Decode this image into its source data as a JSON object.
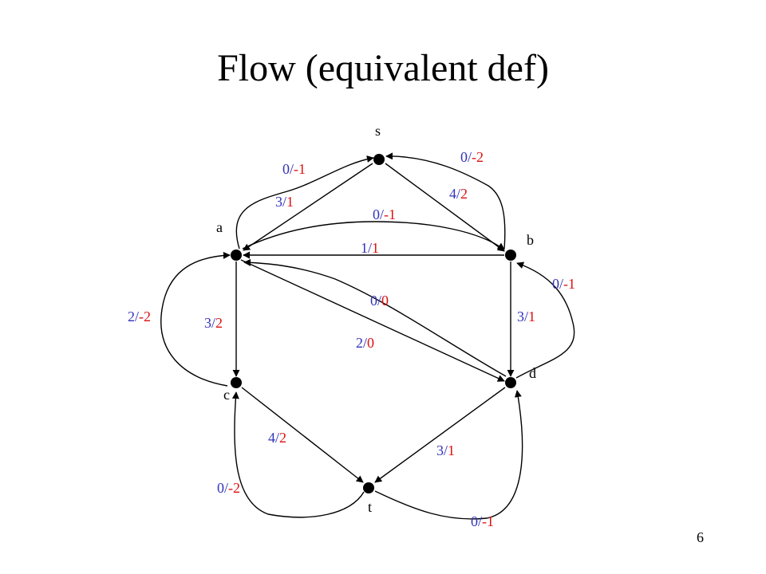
{
  "slide": {
    "title": "Flow (equivalent def)",
    "page_number": "6"
  },
  "colors": {
    "flow": "#3333bb",
    "capacity": "#dd1111",
    "edge": "#000000",
    "node": "#000000"
  },
  "nodes": [
    {
      "id": "s",
      "label": "s"
    },
    {
      "id": "a",
      "label": "a"
    },
    {
      "id": "b",
      "label": "b"
    },
    {
      "id": "c",
      "label": "c"
    },
    {
      "id": "d",
      "label": "d"
    },
    {
      "id": "t",
      "label": "t"
    }
  ],
  "edges": [
    {
      "id": "s-a",
      "from": "s",
      "to": "a",
      "flow": "3",
      "cap": "1"
    },
    {
      "id": "a-s",
      "from": "a",
      "to": "s",
      "flow": "0",
      "cap": "-1"
    },
    {
      "id": "s-b",
      "from": "s",
      "to": "b",
      "flow": "4",
      "cap": "2"
    },
    {
      "id": "b-s",
      "from": "b",
      "to": "s",
      "flow": "0",
      "cap": "-2"
    },
    {
      "id": "b-a",
      "from": "b",
      "to": "a",
      "flow": "1",
      "cap": "1"
    },
    {
      "id": "a-b",
      "from": "a",
      "to": "b",
      "flow": "0",
      "cap": "-1"
    },
    {
      "id": "a-d",
      "from": "a",
      "to": "d",
      "flow": "2",
      "cap": "0"
    },
    {
      "id": "d-a",
      "from": "d",
      "to": "a",
      "flow": "0",
      "cap": "0"
    },
    {
      "id": "a-c",
      "from": "a",
      "to": "c",
      "flow": "3",
      "cap": "2"
    },
    {
      "id": "c-a",
      "from": "c",
      "to": "a",
      "flow": "2",
      "cap": "-2"
    },
    {
      "id": "b-d",
      "from": "b",
      "to": "d",
      "flow": "3",
      "cap": "1"
    },
    {
      "id": "d-b",
      "from": "d",
      "to": "b",
      "flow": "0",
      "cap": "-1"
    },
    {
      "id": "c-t",
      "from": "c",
      "to": "t",
      "flow": "4",
      "cap": "2"
    },
    {
      "id": "t-c",
      "from": "t",
      "to": "c",
      "flow": "0",
      "cap": "-2"
    },
    {
      "id": "d-t",
      "from": "d",
      "to": "t",
      "flow": "3",
      "cap": "1"
    },
    {
      "id": "t-d",
      "from": "t",
      "to": "d",
      "flow": "0",
      "cap": "-1"
    }
  ]
}
